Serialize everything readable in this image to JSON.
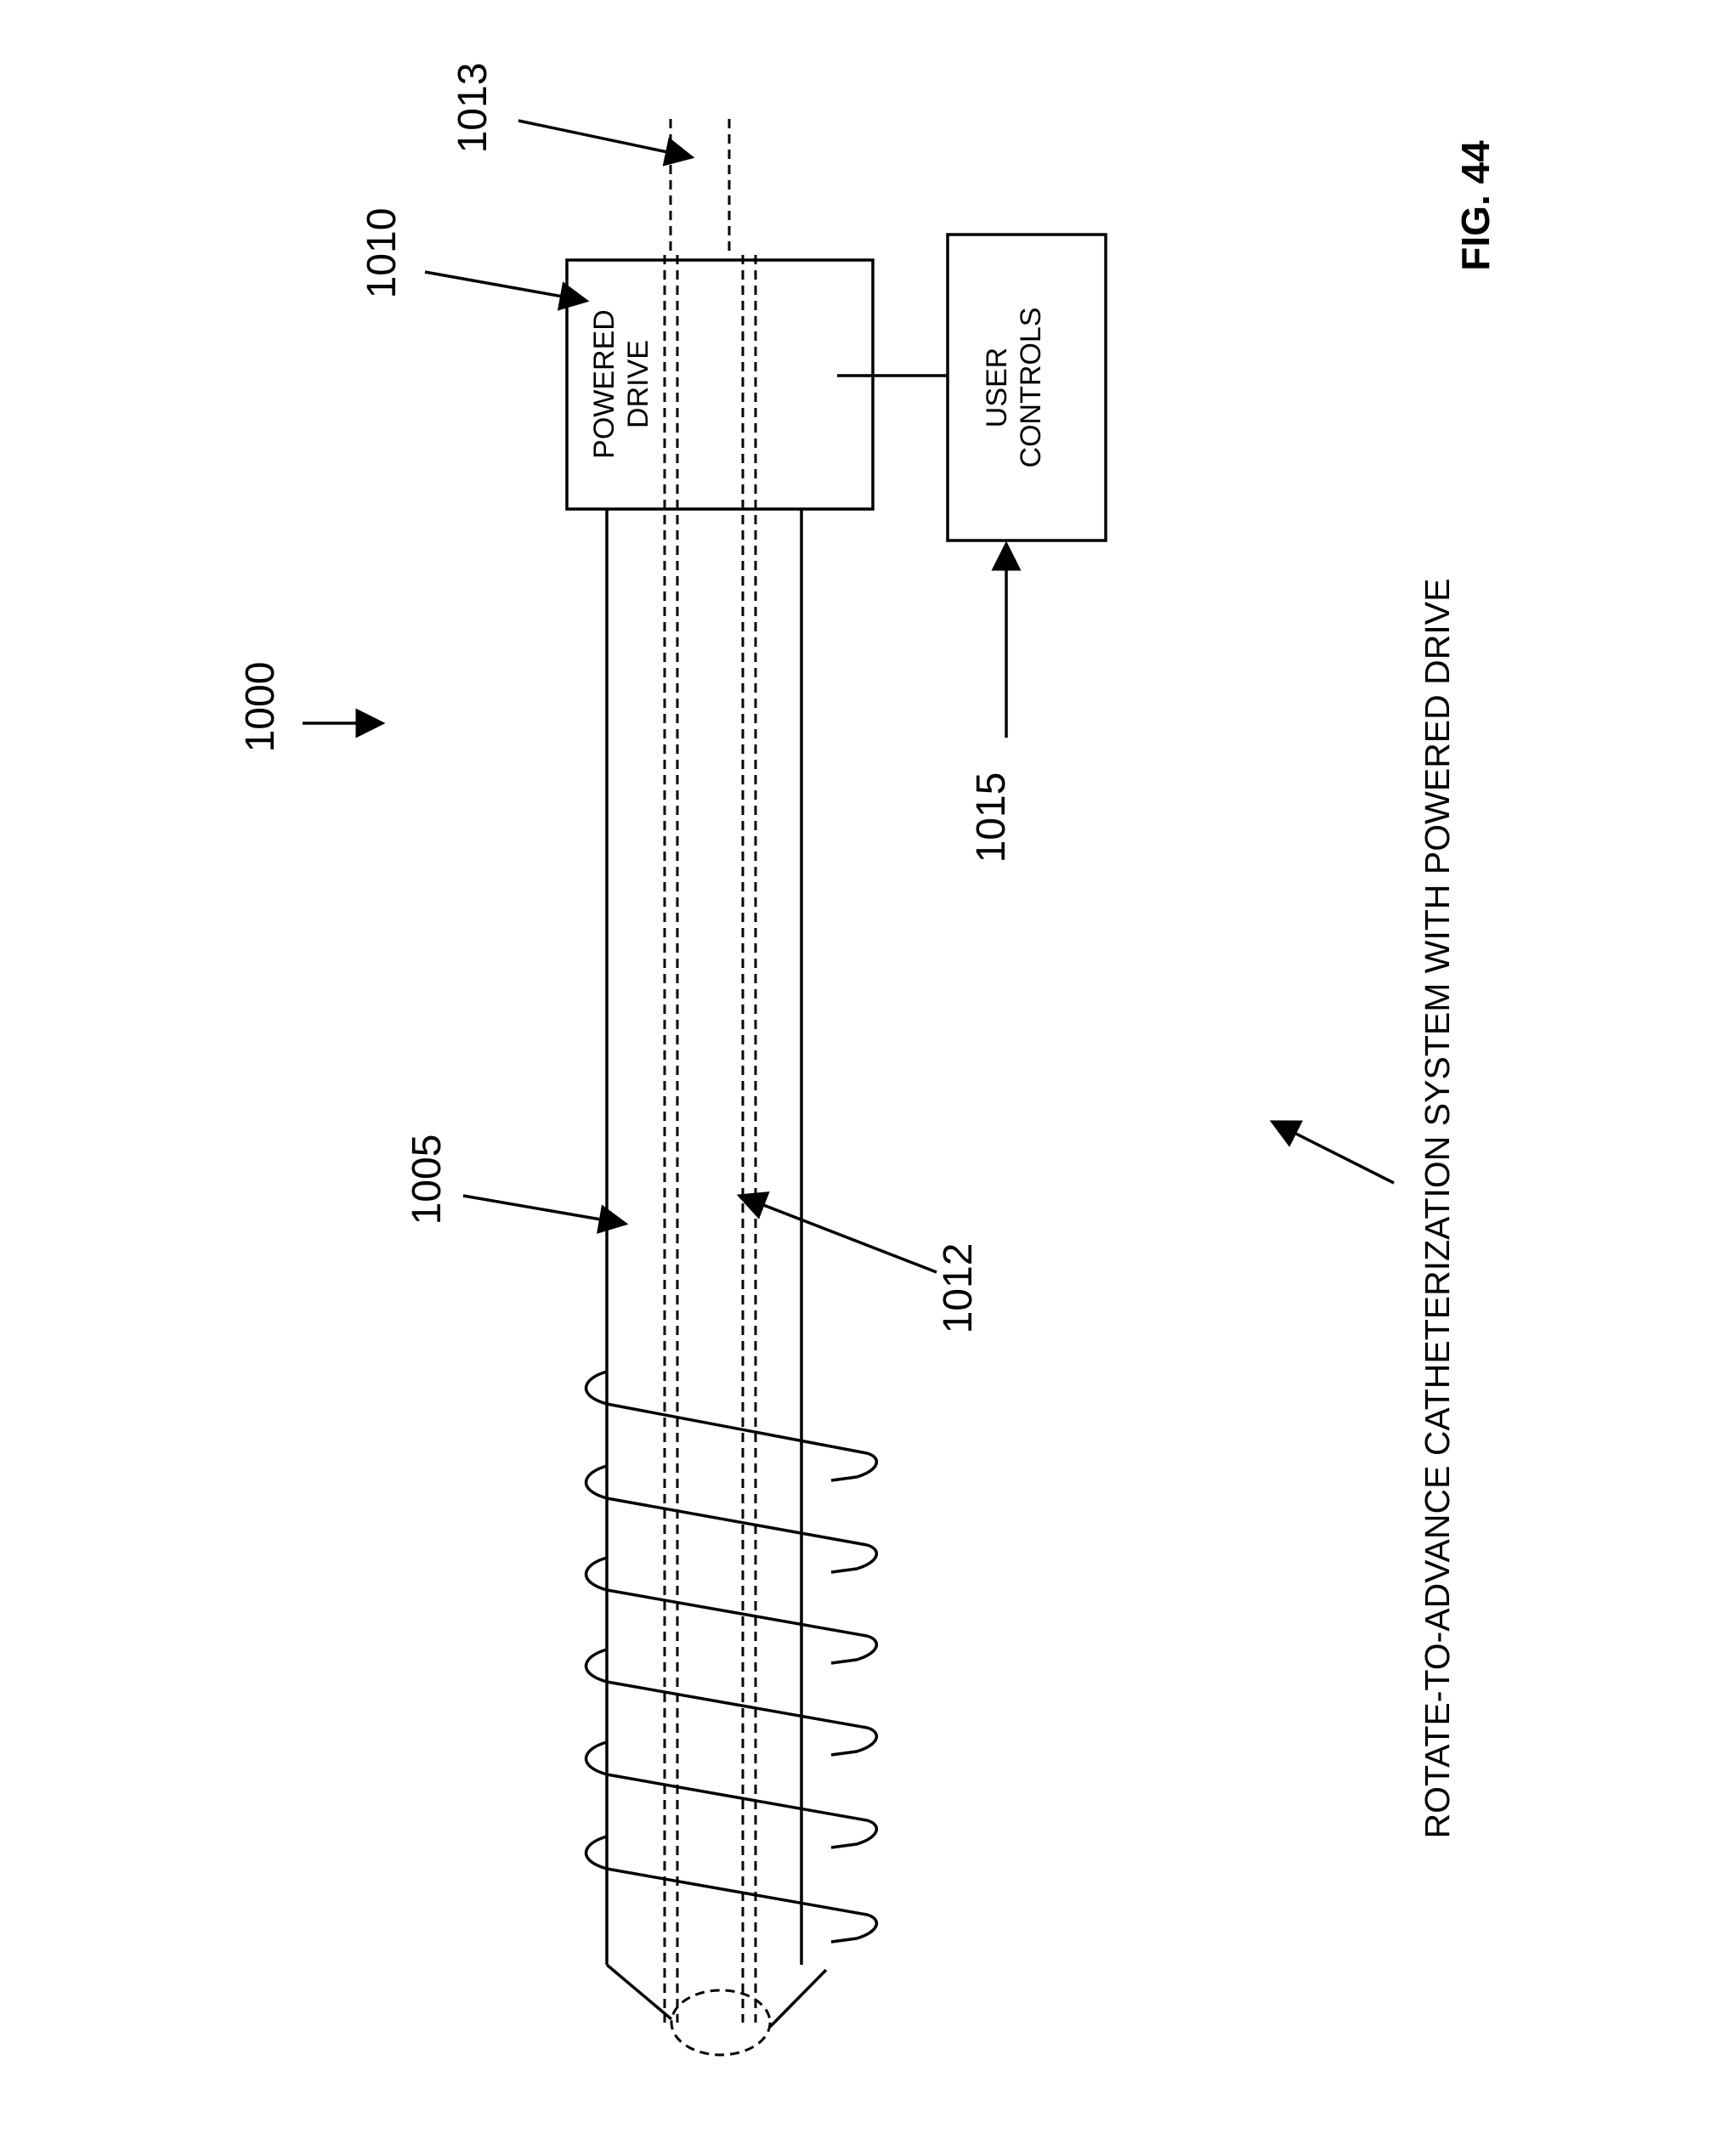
{
  "figure": {
    "caption": "ROTATE-TO-ADVANCE CATHETERIZATION SYSTEM WITH POWERED DRIVE",
    "fig_label": "FIG. 44",
    "boxes": {
      "powered_drive": {
        "line1": "POWERED",
        "line2": "DRIVE"
      },
      "user_controls": {
        "line1": "USER",
        "line2": "CONTROLS"
      }
    },
    "labels": {
      "system": "1000",
      "catheter": "1005",
      "powered_drive": "1010",
      "lumen": "1012",
      "guidewire": "1013",
      "user_controls": "1015"
    }
  },
  "colors": {
    "ink": "#000000",
    "paper": "#ffffff"
  }
}
